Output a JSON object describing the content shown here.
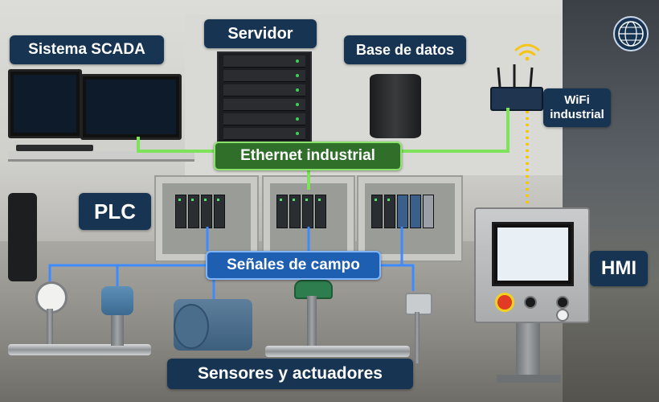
{
  "labels": {
    "scada": "Sistema SCADA",
    "servidor": "Servidor",
    "base_datos": "Base de datos",
    "wifi_line1": "WiFi",
    "wifi_line2": "industrial",
    "ethernet": "Ethernet industrial",
    "plc": "PLC",
    "senales": "Señales de campo",
    "hmi": "HMI",
    "sensores": "Sensores y actuadores"
  },
  "colors": {
    "label_navy": "#173552",
    "ethernet_green": "#7ee35a",
    "signal_blue": "#3d8bff",
    "wifi_yellow": "#f5c518"
  },
  "icons": {
    "logo": "globe-network-icon",
    "wifi": "wifi-signal-icon"
  }
}
